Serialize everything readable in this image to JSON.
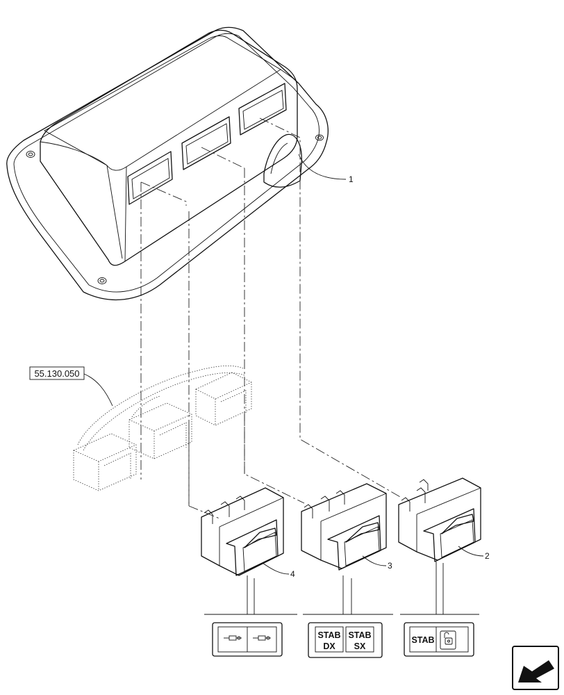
{
  "callouts": {
    "panel": "1",
    "switch_right": "2",
    "switch_middle": "3",
    "switch_left": "4"
  },
  "reference": {
    "code": "55.130.050"
  },
  "legends": {
    "switch_middle": {
      "left_line1": "STAB",
      "left_line2": "DX",
      "right_line1": "STAB",
      "right_line2": "SX"
    },
    "switch_right": {
      "text": "STAB"
    }
  },
  "icons": {
    "switch_left_symbol": "stabilizer-cylinder-icon",
    "switch_right_symbol": "unlock-padlock-icon",
    "nav_button": "next-page-arrow-icon"
  }
}
